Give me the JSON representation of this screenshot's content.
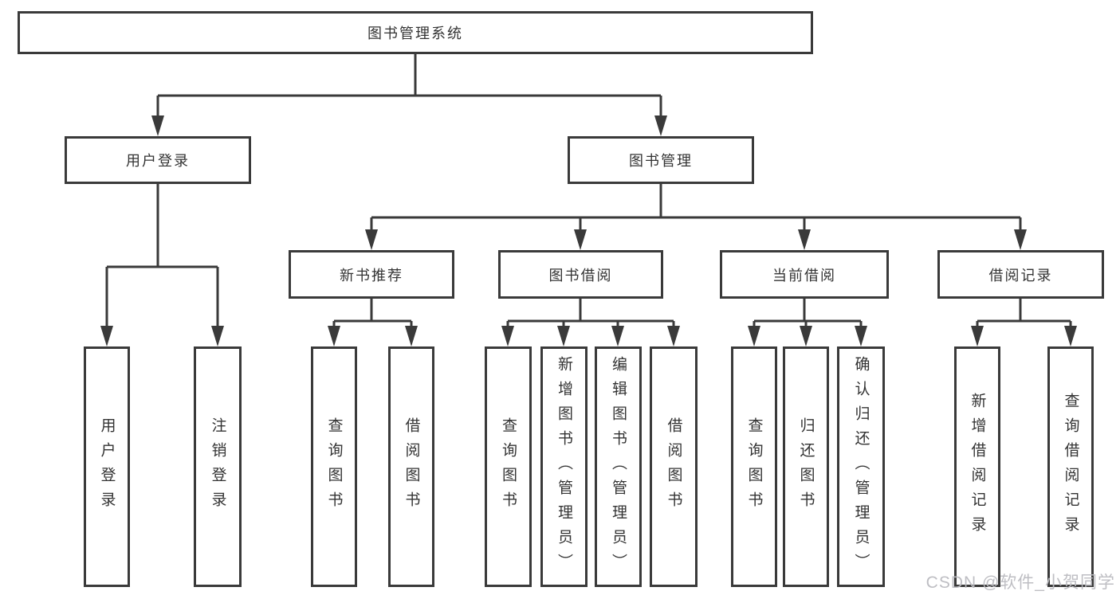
{
  "colors": {
    "line": "#3a3a3a",
    "text": "#333333",
    "watermark": "#babac0",
    "background": "#ffffff"
  },
  "watermark": {
    "text": "CSDN @软件_小贺同学"
  },
  "diagram": {
    "type": "tree",
    "root": {
      "label": "图书管理系统",
      "children": [
        {
          "label": "用户登录",
          "children": [
            {
              "label": "用户登录"
            },
            {
              "label": "注销登录"
            }
          ]
        },
        {
          "label": "图书管理",
          "children": [
            {
              "label": "新书推荐",
              "children": [
                {
                  "label": "查询图书"
                },
                {
                  "label": "借阅图书"
                }
              ]
            },
            {
              "label": "图书借阅",
              "children": [
                {
                  "label": "查询图书"
                },
                {
                  "label": "新增图书（管理员）"
                },
                {
                  "label": "编辑图书（管理员）"
                },
                {
                  "label": "借阅图书"
                }
              ]
            },
            {
              "label": "当前借阅",
              "children": [
                {
                  "label": "查询图书"
                },
                {
                  "label": "归还图书"
                },
                {
                  "label": "确认归还（管理员）"
                }
              ]
            },
            {
              "label": "借阅记录",
              "children": [
                {
                  "label": "新增借阅记录"
                },
                {
                  "label": "查询借阅记录"
                }
              ]
            }
          ]
        }
      ]
    }
  }
}
